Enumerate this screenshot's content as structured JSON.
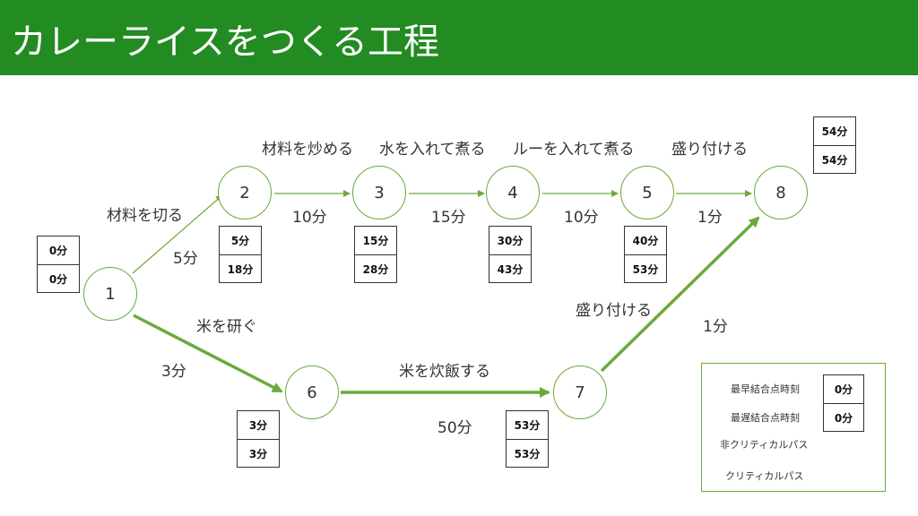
{
  "title": "カレーライスをつくる工程",
  "colors": {
    "header": "#228b22",
    "line": "#6aaa3a"
  },
  "nodes": [
    {
      "id": "1",
      "label": "1"
    },
    {
      "id": "2",
      "label": "2"
    },
    {
      "id": "3",
      "label": "3"
    },
    {
      "id": "4",
      "label": "4"
    },
    {
      "id": "5",
      "label": "5"
    },
    {
      "id": "6",
      "label": "6"
    },
    {
      "id": "7",
      "label": "7"
    },
    {
      "id": "8",
      "label": "8"
    }
  ],
  "tasks": [
    {
      "name": "材料を切る",
      "duration": "5分"
    },
    {
      "name": "材料を炒める",
      "duration": "10分"
    },
    {
      "name": "水を入れて煮る",
      "duration": "15分"
    },
    {
      "name": "ルーを入れて煮る",
      "duration": "10分"
    },
    {
      "name": "盛り付ける",
      "duration": "1分"
    },
    {
      "name": "米を研ぐ",
      "duration": "3分"
    },
    {
      "name": "米を炊飯する",
      "duration": "50分"
    },
    {
      "name": "盛り付ける",
      "duration": "1分"
    }
  ],
  "times": {
    "n1": {
      "earliest": "0分",
      "latest": "0分"
    },
    "n2": {
      "earliest": "5分",
      "latest": "18分"
    },
    "n3": {
      "earliest": "15分",
      "latest": "28分"
    },
    "n4": {
      "earliest": "30分",
      "latest": "43分"
    },
    "n5": {
      "earliest": "40分",
      "latest": "53分"
    },
    "n6": {
      "earliest": "3分",
      "latest": "3分"
    },
    "n7": {
      "earliest": "53分",
      "latest": "53分"
    },
    "n8": {
      "earliest": "54分",
      "latest": "54分"
    }
  },
  "legend": {
    "earliest_label": "最早結合点時刻",
    "latest_label": "最遅結合点時刻",
    "earliest_value": "0分",
    "latest_value": "0分",
    "noncritical_label": "非クリティカルパス",
    "critical_label": "クリティカルパス"
  }
}
